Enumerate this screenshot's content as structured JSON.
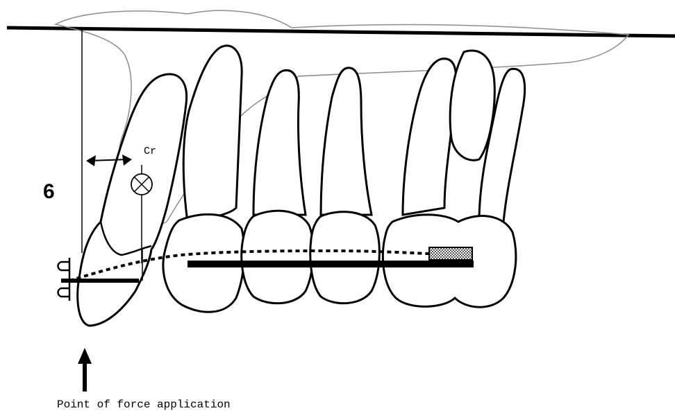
{
  "labels": {
    "figure_number": "6",
    "center_of_resistance": "Cr",
    "caption": "Point of force application"
  },
  "colors": {
    "ink": "#000000",
    "outline_gray": "#8c8c8c",
    "hatch": "#9a9a9a"
  }
}
